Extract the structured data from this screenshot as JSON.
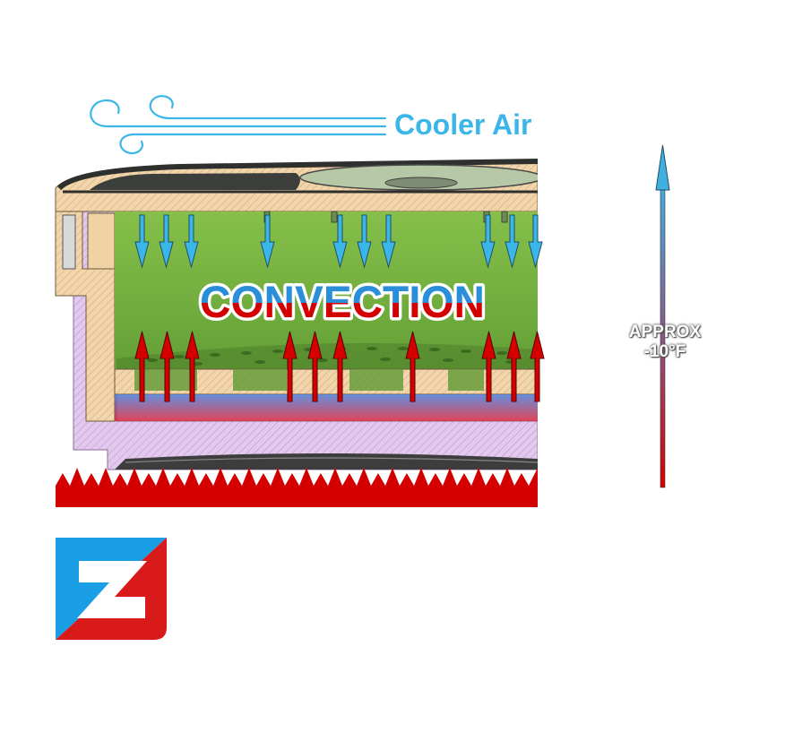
{
  "labels": {
    "cooler_air": "Cooler Air",
    "convection": "CONVECTION",
    "approx": "APPROX",
    "delta_temp": "-10°F"
  },
  "colors": {
    "cool": "#3bb6e8",
    "hot": "#d40000",
    "cavity_green": "#76b041",
    "wall_tan": "#f0d2a4",
    "base_lilac": "#e4c9ee",
    "dark_rim": "#3a3f3a",
    "logo_blue": "#1a9fe6",
    "logo_red": "#d81a1a"
  },
  "icons": {
    "wind": "wind-swirl-icon",
    "heat": "heat-zigzag-icon",
    "logo": "brand-z-logo"
  }
}
